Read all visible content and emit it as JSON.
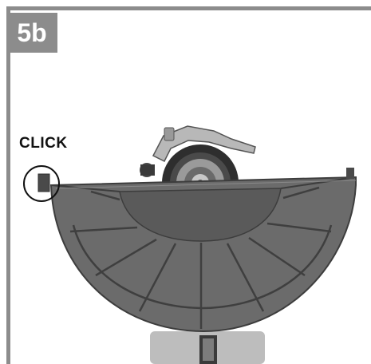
{
  "step": {
    "label": "5b"
  },
  "callout": {
    "label": "CLICK"
  },
  "colors": {
    "frame": "#8c8c8c",
    "guard": "#6b6b6b",
    "guard_dark": "#505050",
    "background": "#ffffff"
  },
  "icons": [
    "angle-grinder-guard-image",
    "click-highlight-circle-icon"
  ]
}
